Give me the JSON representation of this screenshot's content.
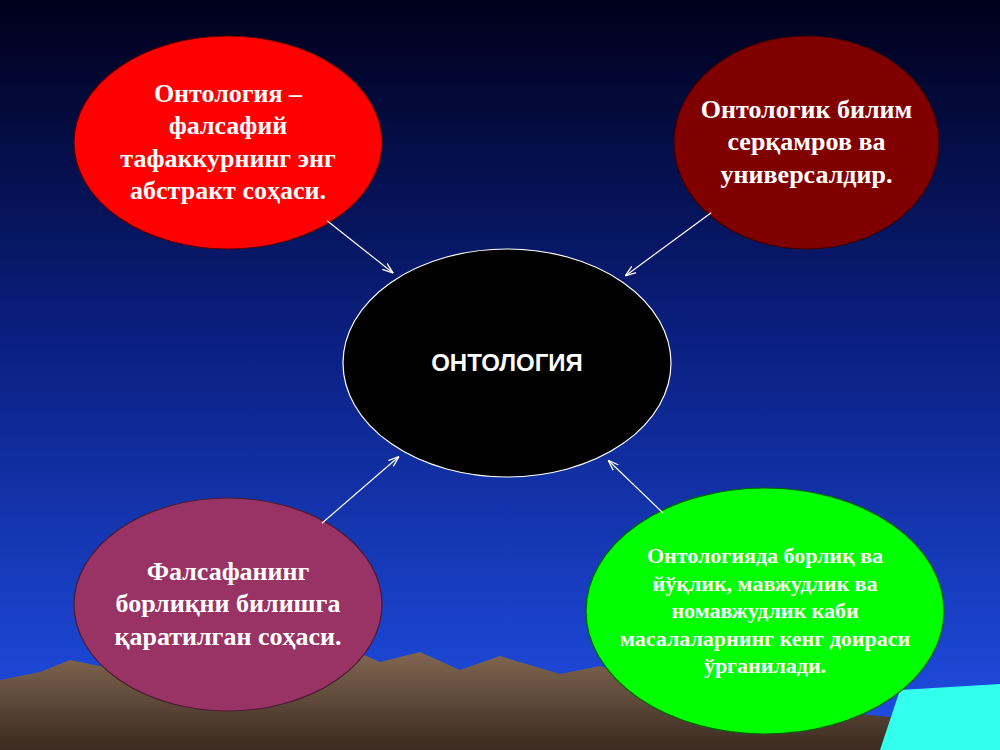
{
  "diagram": {
    "nodes": [
      {
        "text": [
          "Онтология – фалсафий тафаккурнинг энг абстракт соҳаси."
        ]
      },
      {
        "text": [
          "Онтологик билим серқамров ва универсалдир."
        ]
      },
      {
        "text": [
          "ОНТОЛОГИЯ"
        ]
      },
      {
        "text": [
          "Фалсафанинг борлиқни билишга қаратилган соҳаси."
        ]
      },
      {
        "text": [
          "Онтологияда борлиқ ва йўқлик, мавжудлик ва номавжудлик каби масалаларнинг кенг доираси ўрганилади."
        ]
      }
    ],
    "edges": [
      {
        "from": 0,
        "to": 2,
        "arrow": "to"
      },
      {
        "from": 1,
        "to": 2,
        "arrow": "to"
      },
      {
        "from": 3,
        "to": 2,
        "arrow": "to"
      },
      {
        "from": 4,
        "to": 2,
        "arrow": "to"
      }
    ]
  }
}
